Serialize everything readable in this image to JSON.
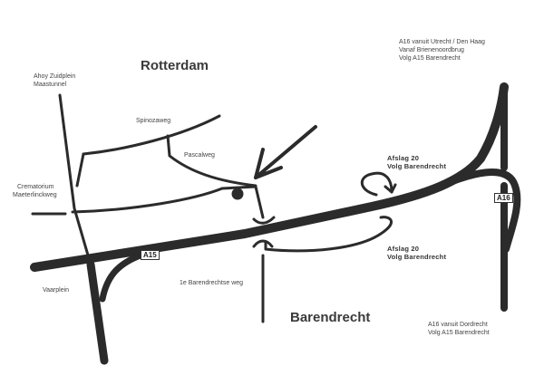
{
  "cities": {
    "rotterdam": "Rotterdam",
    "barendrecht": "Barendrecht"
  },
  "labels": {
    "ahoy_1": "Ahoy Zuidplein",
    "ahoy_2": "Maastunnel",
    "spinozaweg": "Spinozaweg",
    "pascalweg": "Pascalweg",
    "crematorium_1": "Crematorium",
    "crematorium_2": "Maeterlinckweg",
    "vaarplein": "Vaarplein",
    "barendrechtse_weg": "1e Barendrechtse weg",
    "a16_north_1": "A16 vanuit Utrecht / Den Haag",
    "a16_north_2": "Vanaf Brienenoordbrug",
    "a16_north_3": "Volg A15 Barendrecht",
    "exit_top_1": "Afslag 20",
    "exit_top_2": "Volg Barendrecht",
    "exit_bottom_1": "Afslag 20",
    "exit_bottom_2": "Volg Barendrecht",
    "a16_south_1": "A16 vanuit Dordrecht",
    "a16_south_2": "Volg A15 Barendrecht"
  },
  "road_shields": {
    "a15": "A15",
    "a16": "A16"
  },
  "icons": {
    "arrow": "direction-arrow-icon",
    "destination": "destination-dot-icon"
  },
  "colors": {
    "road": "#2b2b2b",
    "background": "#ffffff",
    "text": "#444444"
  }
}
